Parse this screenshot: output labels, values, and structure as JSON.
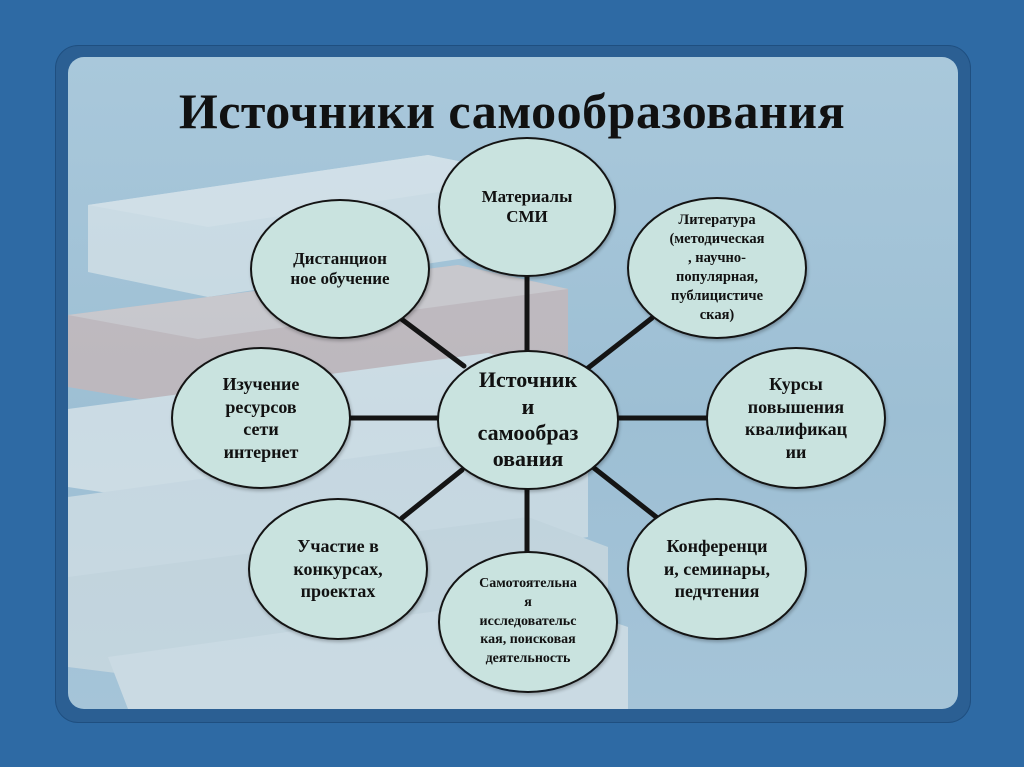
{
  "title": "Источники самообразования",
  "colors": {
    "background": "#2e6aa4",
    "panel": "#a9c8db",
    "node_fill": "#c9e3df",
    "line": "#141414"
  },
  "diagram": {
    "center": "Источник\nи\nсамообраз\nования",
    "nodes": [
      {
        "id": "mass-media",
        "label": "Материалы\nСМИ"
      },
      {
        "id": "literature",
        "label": "Литература\n(методическая\n, научно-\nпопулярная,\nпублицистиче\nская)"
      },
      {
        "id": "courses",
        "label": "Курсы\nповышения\nквалификац\nии"
      },
      {
        "id": "conferences",
        "label": "Конференци\nи, семинары,\nпедчтения"
      },
      {
        "id": "research",
        "label": "Самотоятельна\nя\nисследовательс\nкая, поисковая\nдеятельность"
      },
      {
        "id": "contests",
        "label": "Участие в\nконкурсах,\nпроектах"
      },
      {
        "id": "internet",
        "label": "Изучение\nресурсов\nсети\nинтернет"
      },
      {
        "id": "distance",
        "label": "Дистанцион\nное обучение"
      }
    ]
  }
}
